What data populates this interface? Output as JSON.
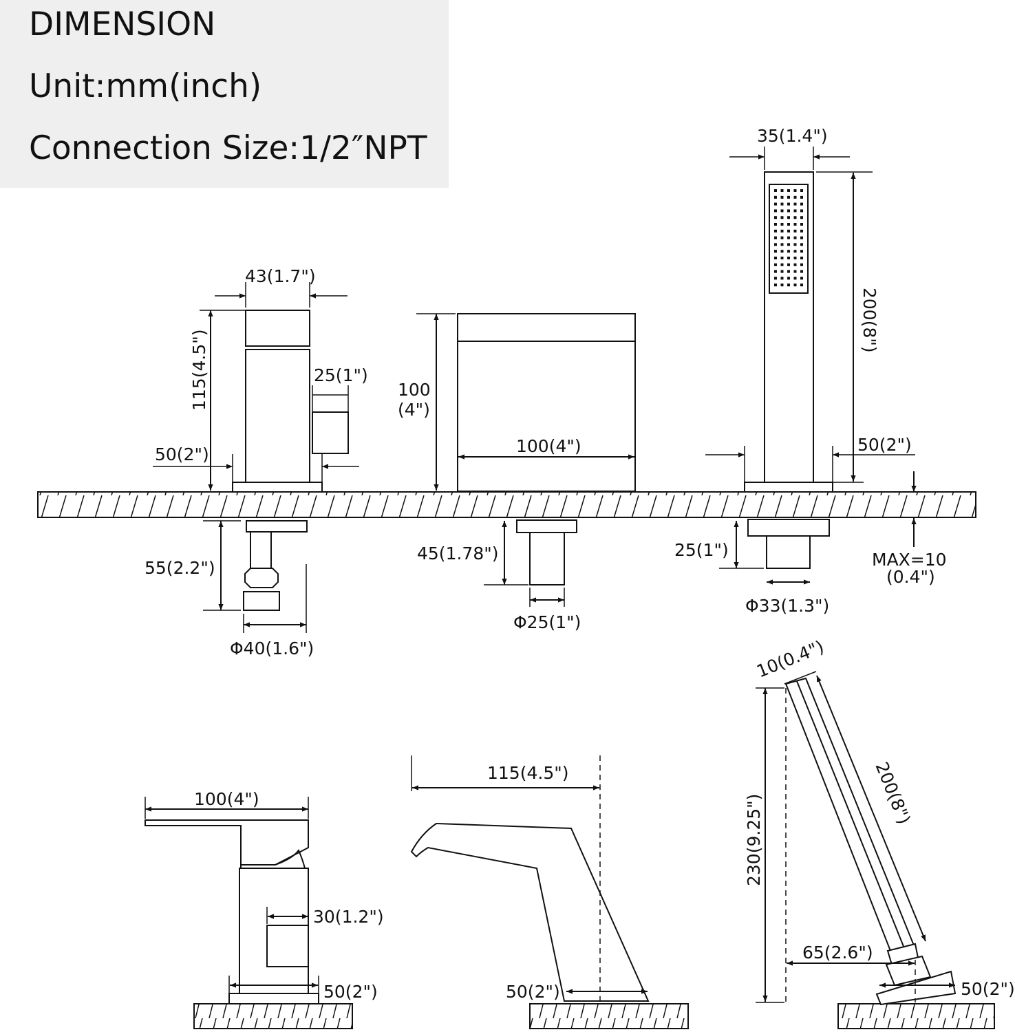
{
  "header": {
    "title": "DIMENSION",
    "unit": "Unit:mm(inch)",
    "connection": "Connection Size:1/2″NPT"
  },
  "dims": {
    "handle_width": "43(1.7\")",
    "handle_height": "115(4.5\")",
    "handle_lever": "25(1\")",
    "handle_base": "50(2\")",
    "spout_height_a": "100",
    "spout_height_b": "(4\")",
    "spout_width": "100(4\")",
    "shower_width": "35(1.4\")",
    "shower_height": "200(8\")",
    "shower_base": "50(2\")",
    "shank_left": "55(2.2\")",
    "dia_left": "Φ40(1.6\")",
    "shank_mid": "45(1.78\")",
    "dia_mid": "Φ25(1\")",
    "shank_right": "25(1\")",
    "dia_right": "Φ33(1.3\")",
    "max_a": "MAX=10",
    "max_b": "(0.4\")",
    "side_handle_len": "100(4\")",
    "side_lever": "30(1.2\")",
    "side_handle_base": "50(2\")",
    "side_spout_reach": "115(4.5\")",
    "side_spout_base": "50(2\")",
    "side_shower_thick": "10(0.4\")",
    "side_shower_len": "200(8\")",
    "side_shower_total": "230(9.25\")",
    "side_shower_offset": "65(2.6\")",
    "side_shower_base": "50(2\")"
  }
}
